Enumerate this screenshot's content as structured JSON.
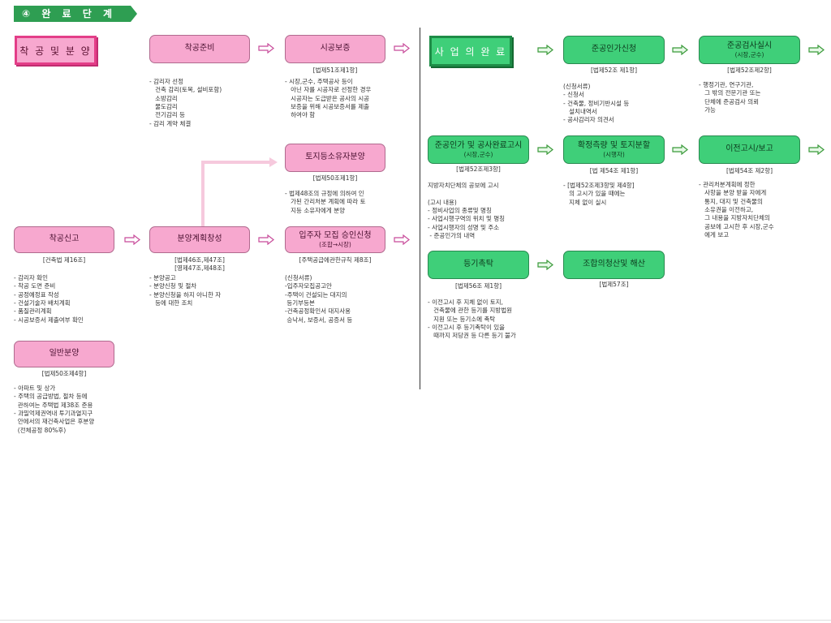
{
  "stage_title": "④ 완 료 단 계",
  "heads": {
    "construction": "착 공 및 분 양",
    "completion": "사 업 의 완 료"
  },
  "nodes": {
    "prep": {
      "title": "착공준비"
    },
    "guarantee": {
      "title": "시공보증"
    },
    "land_owner": {
      "title": "토지등소유자분양"
    },
    "report": {
      "title": "착공신고"
    },
    "sale_plan": {
      "title": "분양계획창성"
    },
    "tenant": {
      "title": "입주자 모집 승인신청",
      "sub": "(조합→시장)"
    },
    "general_sale": {
      "title": "일반분양"
    },
    "approval_req": {
      "title": "준공인가신청"
    },
    "inspection": {
      "title": "준공검사실시",
      "sub": "(시장,군수)"
    },
    "completion_notice": {
      "title": "준공인가 및 공사완료고시",
      "sub": "(시장,군수)"
    },
    "survey": {
      "title": "확정측량 및 토지분할",
      "sub": "(시행자)"
    },
    "transfer": {
      "title": "이전고시/보고"
    },
    "registration": {
      "title": "등기촉탁"
    },
    "liquidation": {
      "title": "조합의청산및 해산"
    }
  },
  "refs": {
    "guarantee": "[법제51조제1항]",
    "land_owner": "[법제50조제1항]",
    "report": "[건축법 제16조]",
    "sale_plan": "[법제46조,제47조]\n[영제47조,제48조]",
    "tenant": "[주택공급에관한규칙 제8조]",
    "general_sale": "[법제50조제4항]",
    "approval_req": "[법제52조 제1항]",
    "inspection": "[법제52조제2항]",
    "completion_notice": "[법제52조제3항]",
    "survey": "[법 제54조 제1항]",
    "transfer": "[법제54조 제2항]",
    "registration": "[법제56조 제1항]",
    "liquidation": "[법제57조]"
  },
  "texts": {
    "prep": "- 감리자 선정\n   건축 감리(토목, 설비포함)\n   소방감리\n   물도감리\n   전기감리 등\n- 감리 계약 체결",
    "guarantee": "- 시장,군수, 주택공사 등이\n   아닌 자를 시공자로 선정한 경우\n   시공자는 도급받은 공사의 시공\n   보증을 위해 시공보증서를 제출\n   하여야 함",
    "land_owner": "- 법제48조의 규정에 의하여 인\n   가된 간리처분 계획에 따라 토\n   지등 소유자에게 분양",
    "report": "- 감리자 확인\n- 착공 도면 준비\n- 공정예정표 작성\n- 건설기술자 배치계획\n- 품질관리계획\n- 시공보증서 제출여부 확인",
    "sale_plan": "- 분양공고\n- 분양신청 및 절차\n- 분양신청을 하지 아니한 자\n   등에 대한 조치",
    "tenant": "(신청서류)\n-입주자모집공고안\n-주택이 건설되는 대지의\n 등기부등본\n-건축공정확인서 대지사용\n 승낙서, 보증서, 공증서 등",
    "general_sale": "- 아파트 및 상가\n- 주택의 공급방법, 절차 등에\n  관하여는 주택법 제38조 준용\n- 과밀억제권역내 투기과열지구\n  안에서의 재건축사업은 후분양\n  (전체공정 80%후)",
    "approval_req": "(신청서류)\n- 신청서\n- 건축물, 정비기반시설 등\n   설치내역서\n- 공사감리자 의견서",
    "inspection": "- 행정기관, 연구기관,\n   그 밖의 전문기관 또는\n   단체에 준공검사 의뢰\n   가능",
    "completion_notice": "지방자치단체의 공보에 고시\n\n(고시 내용)\n- 정비사업의 종류및 명칭\n- 사업시행구역의 위치 및 명칭\n- 사업시행자의 성명 및 주소\n - 준공인가의 내역",
    "survey": "- [법제52조제3항및 제4항]\n   의 고시가 있을 때에는\n   지체 없이 실시",
    "transfer": "- 관리처분계획에 정한\n   사항을 분양 받을 자에게\n   통지, 대지 및 건축물의\n   소유권을 이전하고,\n   그 내용을 지방자치단체의\n   공보에 고시한 후 시장,군수\n   에게 보고",
    "registration": "- 이전고시 후 지체 없이 토지,\n   건축물에 관한 등기를 지방법원\n   지원 또는 등기소에 촉탁\n- 이전고시 후 등기촉탁이 있을\n   때까지 저당권 등 다른 등기 불가"
  },
  "colors": {
    "pink": "#f7a8cf",
    "green": "#3fcf79",
    "stage": "#2e9e52",
    "arrow": "#c84b9a"
  }
}
